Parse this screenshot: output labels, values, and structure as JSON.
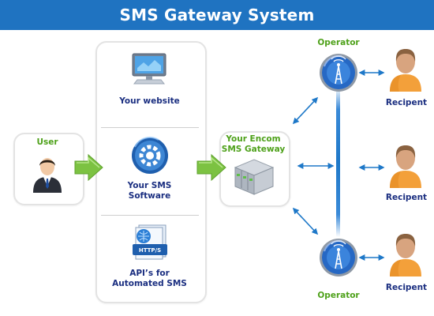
{
  "title": "SMS Gateway System",
  "user": {
    "label": "User"
  },
  "channels": {
    "website": "Your website",
    "software_line1": "Your SMS",
    "software_line2": "Software",
    "api_line1": "API’s for",
    "api_line2": "Automated SMS",
    "http_badge": "HTTP/S"
  },
  "gateway": {
    "line1": "Your Encom",
    "line2": "SMS Gateway"
  },
  "operators": {
    "top": "Operator",
    "bottom": "Operator"
  },
  "recipients": {
    "r1": "Recipent",
    "r2": "Recipent",
    "r3": "Recipent"
  },
  "colors": {
    "banner": "#1f73c1",
    "label_blue": "#1a2e80",
    "label_green": "#4ea11a",
    "arrow_green": "#7cc242",
    "connector_blue": "#1e78c8"
  }
}
